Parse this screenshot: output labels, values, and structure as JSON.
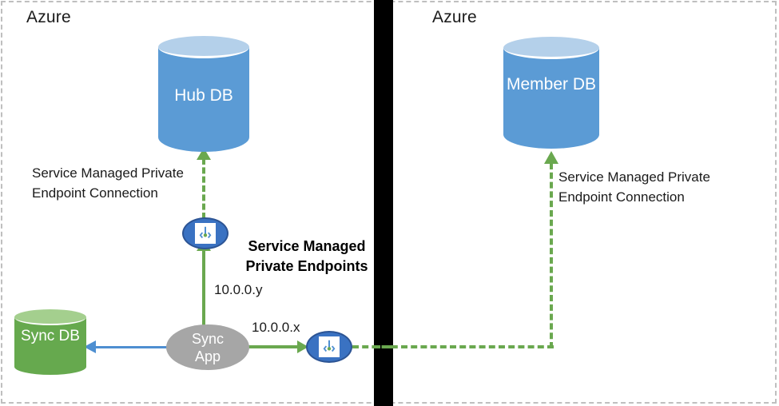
{
  "diagram": {
    "regions": [
      {
        "id": "azure-left",
        "label": "Azure"
      },
      {
        "id": "azure-right",
        "label": "Azure"
      }
    ],
    "nodes": {
      "hub_db": {
        "label": "Hub DB",
        "shape": "cylinder",
        "color": "#5b9bd5"
      },
      "member_db": {
        "label": "Member\nDB",
        "shape": "cylinder",
        "color": "#5b9bd5"
      },
      "sync_db": {
        "label": "Sync\nDB",
        "shape": "cylinder",
        "color": "#66a94e"
      },
      "sync_app": {
        "label": "Sync\nApp",
        "shape": "ellipse",
        "color": "#a6a6a6"
      },
      "private_endpoint_hub": {
        "icon": "private-endpoint-icon",
        "color": "#3a72c2"
      },
      "private_endpoint_member": {
        "icon": "private-endpoint-icon",
        "color": "#3a72c2"
      }
    },
    "labels": {
      "smpe_title": "Service Managed\nPrivate Endpoints",
      "note_hub": "Service Managed Private\nEndpoint Connection",
      "note_member": "Service Managed Private\nEndpoint Connection",
      "ip_y": "10.0.0.y",
      "ip_x": "10.0.0.x"
    },
    "colors": {
      "azure_blue": "#5b9bd5",
      "cylinder_top_blue": "#b4d0ea",
      "sync_green": "#66a94e",
      "connector_green": "#6aa84f",
      "connector_blue": "#4e8fd1",
      "endpoint_blue": "#3a72c2",
      "app_gray": "#a6a6a6",
      "divider_black": "#000000",
      "frame_gray": "#bfbfbf"
    }
  }
}
